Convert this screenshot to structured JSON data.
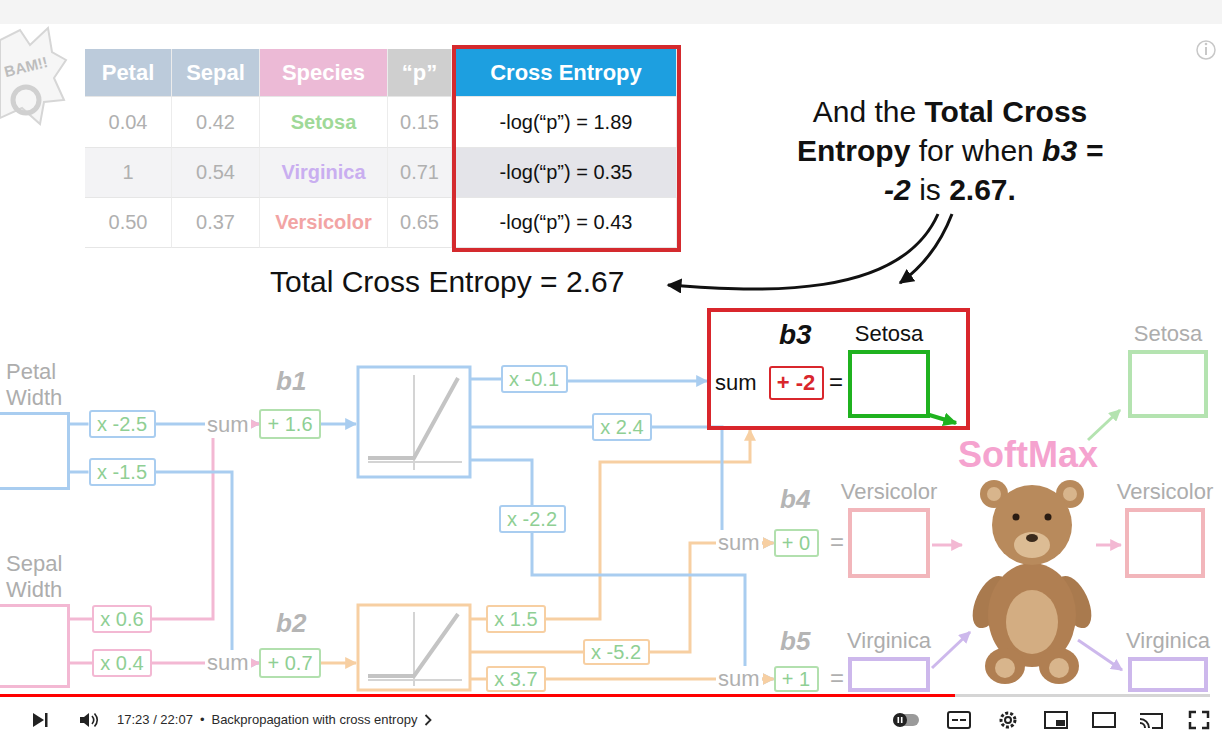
{
  "diagram": {
    "nodes": [
      {
        "text": [
          "Petal Width"
        ]
      },
      {
        "text": [
          "x -2.5"
        ]
      },
      {
        "text": [
          "x -1.5"
        ]
      },
      {
        "text": [
          "+ 1.6"
        ]
      },
      {
        "text": [
          "Sepal Width"
        ]
      },
      {
        "text": [
          "x 0.6"
        ]
      },
      {
        "text": [
          "x 0.4"
        ]
      },
      {
        "text": [
          "+ 0.7"
        ]
      },
      {
        "text": [
          "x -0.1"
        ]
      },
      {
        "text": [
          "x 2.4"
        ]
      },
      {
        "text": [
          "x -2.2"
        ]
      },
      {
        "text": [
          "x 1.5"
        ]
      },
      {
        "text": [
          "x -5.2"
        ]
      },
      {
        "text": [
          "x 3.7"
        ]
      },
      {
        "text": [
          "b3",
          "sum",
          "="
        ]
      },
      {
        "text": [
          "+ -2"
        ],
        "in": 14
      },
      {
        "text": [
          "Setosa"
        ],
        "in": 14
      },
      {
        "text": [
          "+ 0"
        ]
      },
      {
        "text": [
          "Versicolor"
        ]
      },
      {
        "text": [
          "+ 1"
        ]
      },
      {
        "text": [
          "Virginica"
        ]
      },
      {
        "text": [
          "Setosa"
        ]
      },
      {
        "text": [
          "Versicolor"
        ]
      },
      {
        "text": [
          "Virginica"
        ]
      }
    ],
    "edges": [
      {
        "from": 0,
        "to": 1,
        "arrow": "none"
      },
      {
        "from": 0,
        "to": 2,
        "arrow": "none"
      },
      {
        "from": 4,
        "to": 5,
        "arrow": "none"
      },
      {
        "from": 4,
        "to": 6,
        "arrow": "none"
      },
      {
        "from": 1,
        "to": 3,
        "arrow": "to"
      },
      {
        "from": 5,
        "to": 3,
        "arrow": "to"
      },
      {
        "from": 2,
        "to": 7,
        "arrow": "to"
      },
      {
        "from": 6,
        "to": 7,
        "arrow": "to"
      },
      {
        "from": 8,
        "to": 14,
        "arrow": "to"
      },
      {
        "from": 11,
        "to": 14,
        "arrow": "to"
      },
      {
        "from": 9,
        "to": 17,
        "arrow": "to"
      },
      {
        "from": 12,
        "to": 17,
        "arrow": "to"
      },
      {
        "from": 10,
        "to": 19,
        "arrow": "to"
      },
      {
        "from": 13,
        "to": 19,
        "arrow": "to"
      }
    ],
    "labels": [
      "BAM!!",
      "Petal",
      "Sepal",
      "Species",
      "“p”",
      "Cross Entropy",
      "0.04",
      "0.42",
      "Setosa",
      "0.15",
      "-log(“p”) = 1.89",
      "1",
      "0.54",
      "Virginica",
      "0.71",
      "-log(“p”) = 0.35",
      "0.50",
      "0.37",
      "Versicolor",
      "0.65",
      "-log(“p”) = 0.43",
      "And the",
      "Total Cross Entropy",
      "for when",
      "b3 = -2",
      "is",
      "2.67.",
      "Total Cross Entropy = 2.67",
      "b1",
      "sum",
      "b2",
      "sum",
      "b4",
      "sum",
      "=",
      "b5",
      "sum",
      "=",
      "SoftMax",
      "17:23 / 22:07",
      "•",
      "Backpropagation with cross entropy"
    ]
  }
}
